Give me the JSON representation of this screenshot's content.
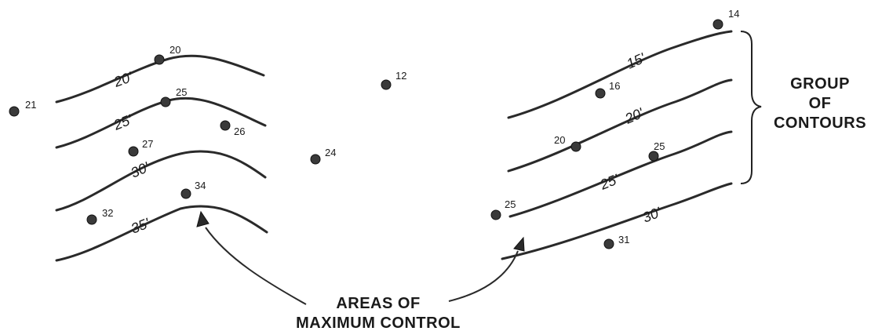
{
  "left_group": {
    "contours": [
      {
        "label": "20'"
      },
      {
        "label": "25'"
      },
      {
        "label": "30'"
      },
      {
        "label": "35'"
      }
    ]
  },
  "right_group": {
    "contours": [
      {
        "label": "15'"
      },
      {
        "label": "20'"
      },
      {
        "label": "25'"
      },
      {
        "label": "30'"
      }
    ]
  },
  "points": [
    {
      "value": "21"
    },
    {
      "value": "20"
    },
    {
      "value": "25"
    },
    {
      "value": "26"
    },
    {
      "value": "27"
    },
    {
      "value": "34"
    },
    {
      "value": "32"
    },
    {
      "value": "12"
    },
    {
      "value": "24"
    },
    {
      "value": "14"
    },
    {
      "value": "16"
    },
    {
      "value": "20"
    },
    {
      "value": "25"
    },
    {
      "value": "25"
    },
    {
      "value": "31"
    }
  ],
  "captions": {
    "group_line1": "GROUP",
    "group_line2": "OF",
    "group_line3": "CONTOURS",
    "areas_line1": "AREAS OF",
    "areas_line2": "MAXIMUM CONTROL"
  }
}
